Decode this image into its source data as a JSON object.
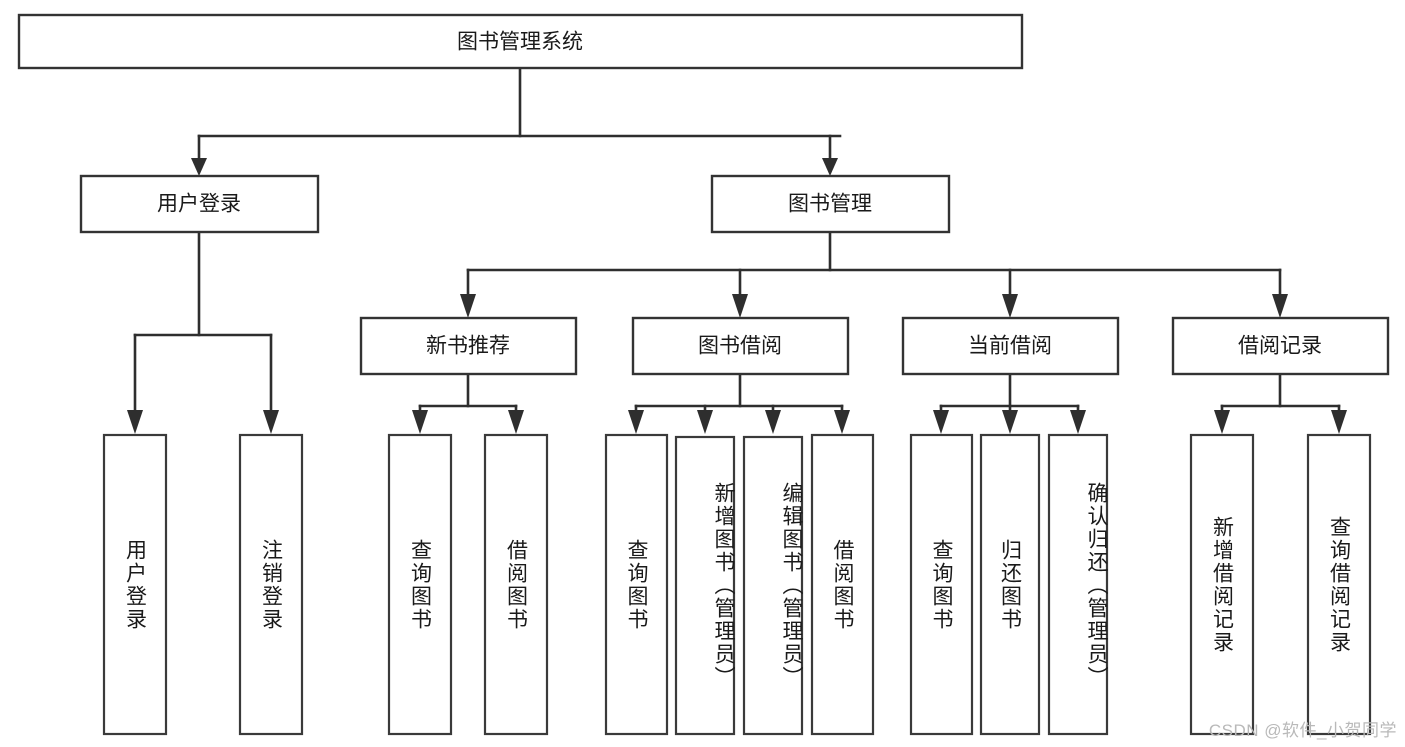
{
  "diagram": {
    "title": "图书管理系统",
    "watermark": "CSDN @软件_小贺同学",
    "type": "tree-hierarchy-diagram",
    "colors": {
      "box_fill": "#ffffff",
      "box_stroke": "#333333",
      "connector": "#2e2e2e",
      "text": "#1a1a1a",
      "watermark": "#b9b9b9",
      "background": "#ffffff"
    },
    "root": {
      "label": "图书管理系统"
    },
    "level2": [
      {
        "label": "用户登录"
      },
      {
        "label": "图书管理"
      }
    ],
    "level3": [
      {
        "label": "新书推荐"
      },
      {
        "label": "图书借阅"
      },
      {
        "label": "当前借阅"
      },
      {
        "label": "借阅记录"
      }
    ],
    "leaves": {
      "user_login": [
        {
          "label": "用户登录"
        },
        {
          "label": "注销登录"
        }
      ],
      "new_book_recommend": [
        {
          "label": "查询图书"
        },
        {
          "label": "借阅图书"
        }
      ],
      "book_borrow": [
        {
          "label": "查询图书"
        },
        {
          "label": "新增图书（管理员）"
        },
        {
          "label": "编辑图书（管理员）"
        },
        {
          "label": "借阅图书"
        }
      ],
      "current_borrow": [
        {
          "label": "查询图书"
        },
        {
          "label": "归还图书"
        },
        {
          "label": "确认归还（管理员）"
        }
      ],
      "borrow_records": [
        {
          "label": "新增借阅记录"
        },
        {
          "label": "查询借阅记录"
        }
      ]
    }
  }
}
